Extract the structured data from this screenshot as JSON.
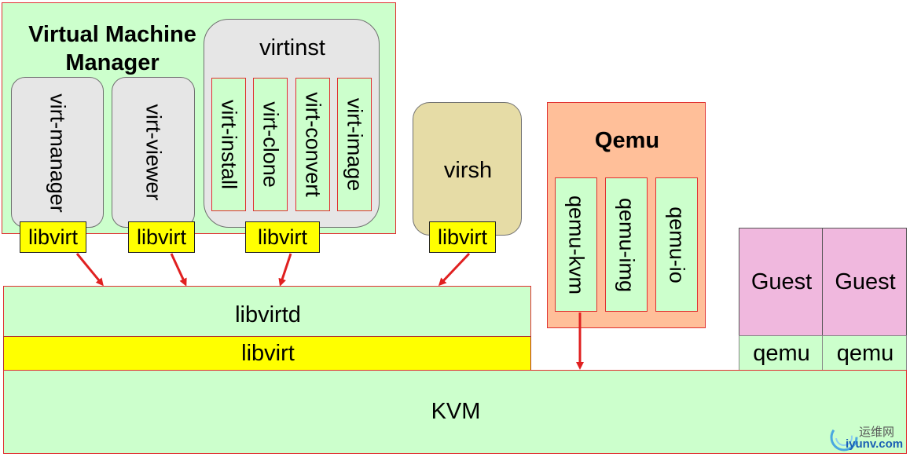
{
  "vmm": {
    "title_line1": "Virtual Machine",
    "title_line2": "Manager",
    "virt_manager": "virt-manager",
    "virt_viewer": "virt-viewer"
  },
  "virtinst": {
    "title": "virtinst",
    "tools": [
      "virt-install",
      "virt-clone",
      "virt-convert",
      "virt-image"
    ]
  },
  "virsh": {
    "label": "virsh"
  },
  "libvirt_tags": [
    "libvirt",
    "libvirt",
    "libvirt",
    "libvirt"
  ],
  "libvirtd": {
    "label": "libvirtd",
    "lib_label": "libvirt"
  },
  "qemu": {
    "title": "Qemu",
    "tools": [
      "qemu-kvm",
      "qemu-img",
      "qemu-io"
    ]
  },
  "guests": [
    {
      "label": "Guest",
      "sub": "qemu"
    },
    {
      "label": "Guest",
      "sub": "qemu"
    }
  ],
  "kvm": {
    "label": "KVM"
  },
  "watermark": {
    "text1": "运维网",
    "text2": "iyunv.com"
  },
  "colors": {
    "green": "#ccffcc",
    "yellow": "#ffff00",
    "gray": "#e6e6e6",
    "tan": "#e6dca6",
    "orange": "#ffbf99",
    "pink": "#f0b8de",
    "red": "#e02020"
  }
}
